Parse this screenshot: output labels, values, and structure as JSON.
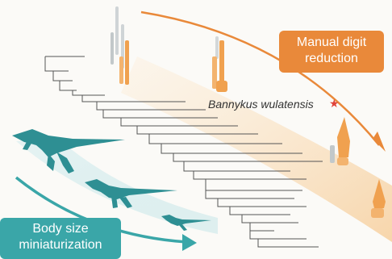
{
  "labels": {
    "manual_line1": "Manual digit",
    "manual_line2": "reduction",
    "body_line1": "Body size",
    "body_line2": "miniaturization",
    "taxon": "Bannykus wulatensis",
    "star": "★"
  },
  "colors": {
    "orange": "#e9893a",
    "orange_light": "#f6c58c",
    "teal": "#3aa6a8",
    "teal_dark": "#2e8f93",
    "tree": "#555555",
    "star": "#e0433a",
    "fossil": "#b9c0c2"
  },
  "icons": {
    "hand_stages": 4,
    "dinosaur_silhouettes": 3
  }
}
